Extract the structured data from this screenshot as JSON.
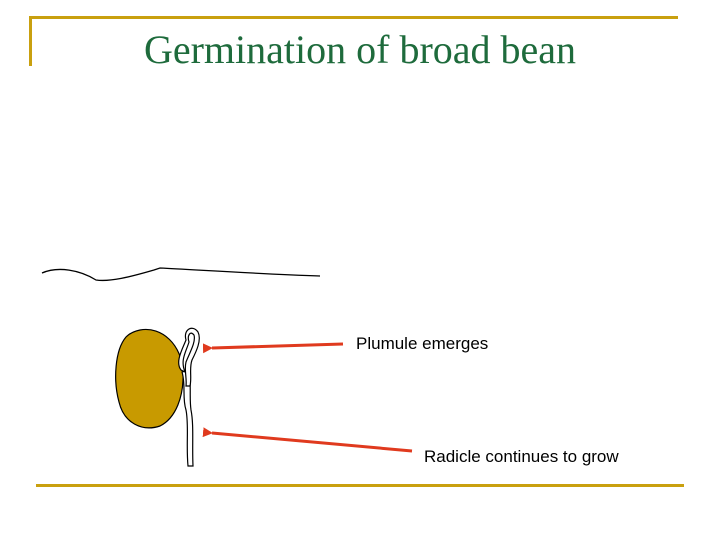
{
  "slide": {
    "title": "Germination of broad bean"
  },
  "labels": {
    "plumule": "Plumule emerges",
    "radicle": "Radicle continues to grow"
  },
  "colors": {
    "frame": "#c9a00f",
    "title": "#1e6b3c",
    "seed": "#c89a00",
    "arrow": "#e03a1e",
    "outline": "#000000"
  }
}
